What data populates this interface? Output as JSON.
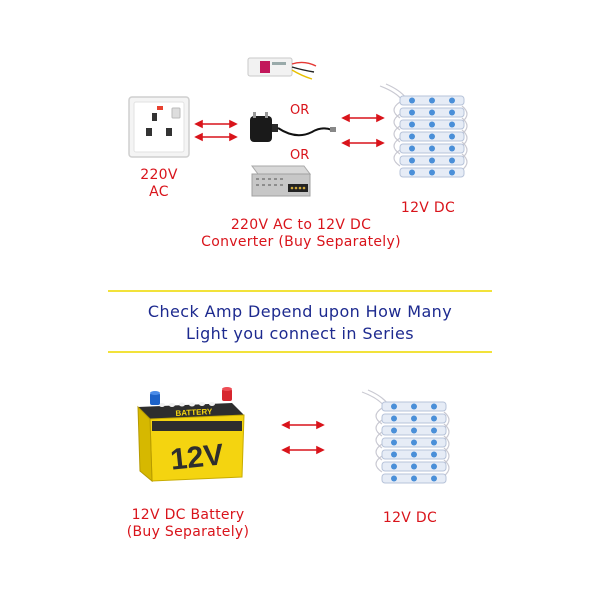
{
  "top_section": {
    "socket_label_line1": "220V",
    "socket_label_line2": "AC",
    "or_label_1": "OR",
    "or_label_2": "OR",
    "converter_label_line1": "220V AC to 12V DC",
    "converter_label_line2": "Converter (Buy Separately)",
    "led_label": "12V DC"
  },
  "banner": {
    "line1": "Check Amp Depend upon How Many",
    "line2": "Light you connect in Series"
  },
  "bottom_section": {
    "battery_brand": "BATTERY",
    "battery_voltage": "12V",
    "battery_label_line1": "12V DC Battery",
    "battery_label_line2": "(Buy Separately)",
    "led_label": "12V DC"
  },
  "colors": {
    "label_red": "#d9141b",
    "banner_blue": "#1d2a8f",
    "divider_yellow": "#f2e23a",
    "battery_yellow": "#f4d410",
    "led_blue": "#4a8fd8"
  },
  "icons": [
    "wall-socket-icon",
    "led-driver-icon",
    "wall-adapter-icon",
    "smps-power-supply-icon",
    "led-module-string-icon",
    "car-battery-icon",
    "double-arrow-icon"
  ]
}
